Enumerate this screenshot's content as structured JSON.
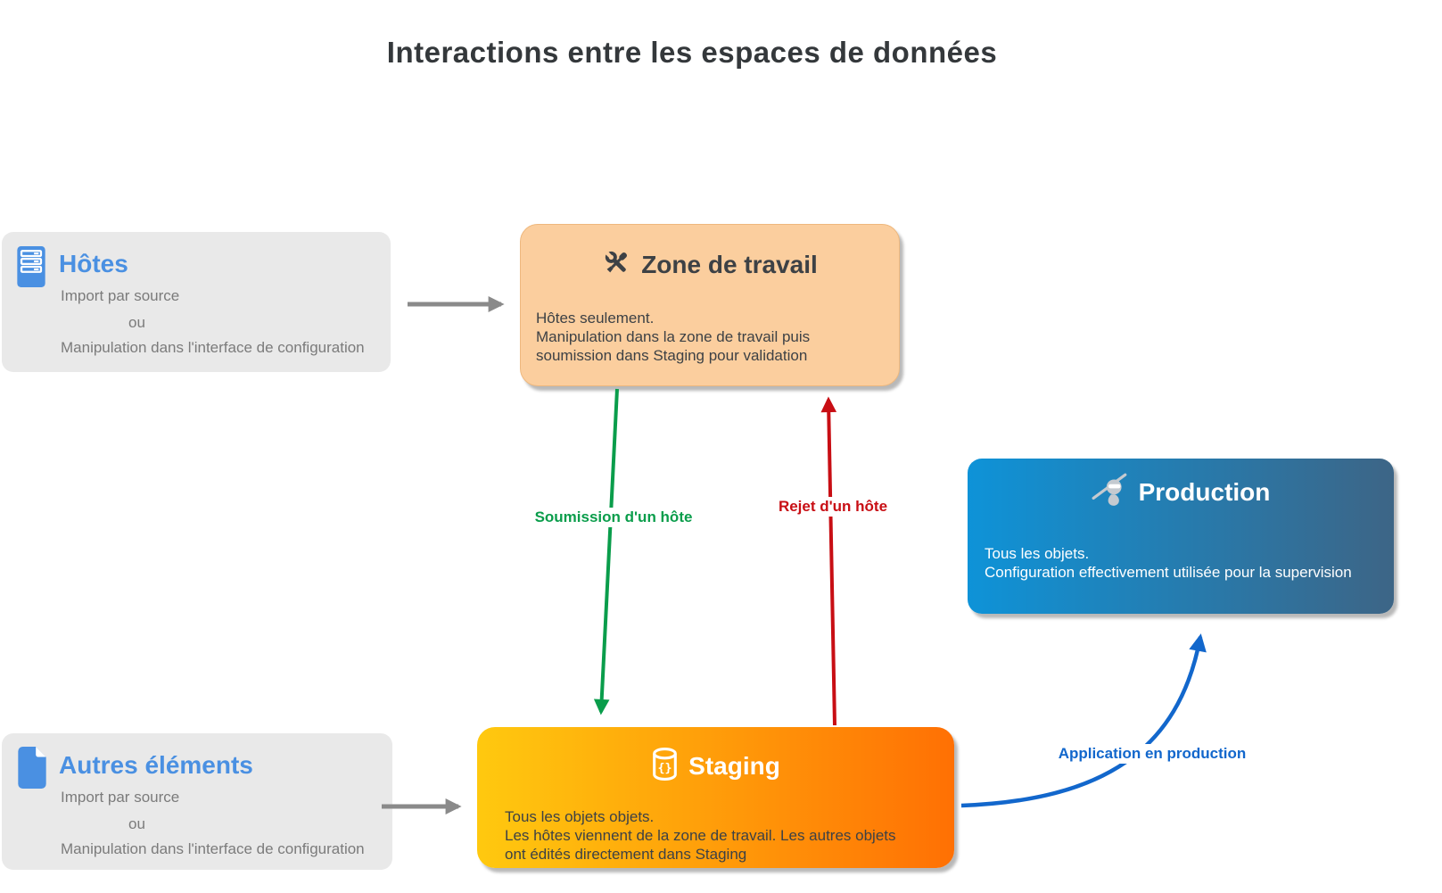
{
  "title": "Interactions entre les espaces de données",
  "colors": {
    "accent-blue": "#4a90e2",
    "title-text": "#34383b",
    "muted-text": "#7b7b7b",
    "dark-text": "#3d4145",
    "gray-box": "#e9e9e9",
    "zone-fill": "#fbce9e",
    "staging-from": "#ffc90f",
    "staging-to": "#ff7004",
    "production-from": "#0e93d8",
    "production-to": "#3d6586",
    "green": "#0a9d4b",
    "red": "#c80e14",
    "arrow-blue": "#1267cc",
    "arrow-gray": "#8a8a8a"
  },
  "boxes": {
    "hotes": {
      "title": "Hôtes",
      "icon": "server-icon",
      "lines": [
        "Import par source",
        "ou",
        "Manipulation dans l'interface de configuration"
      ]
    },
    "autres": {
      "title": "Autres éléments",
      "icon": "document-icon",
      "lines": [
        "Import par source",
        "ou",
        "Manipulation dans l'interface de configuration"
      ]
    },
    "zone": {
      "title": "Zone de travail",
      "icon": "tools-icon",
      "lines": [
        "Hôtes seulement.",
        "Manipulation dans la zone de travail puis",
        "soumission dans Staging pour validation"
      ]
    },
    "staging": {
      "title": "Staging",
      "icon": "database-icon",
      "lines": [
        "Tous les objets objets.",
        "Les hôtes viennent de la zone de travail. Les autres objets",
        "ont édités directement dans Staging"
      ]
    },
    "production": {
      "title": "Production",
      "icon": "ninja-icon",
      "lines": [
        "Tous les objets.",
        "Configuration effectivement utilisée pour la supervision"
      ]
    }
  },
  "arrows": {
    "soumission": {
      "label": "Soumission d'un hôte"
    },
    "rejet": {
      "label": "Rejet d'un hôte"
    },
    "application": {
      "label": "Application en production"
    }
  }
}
